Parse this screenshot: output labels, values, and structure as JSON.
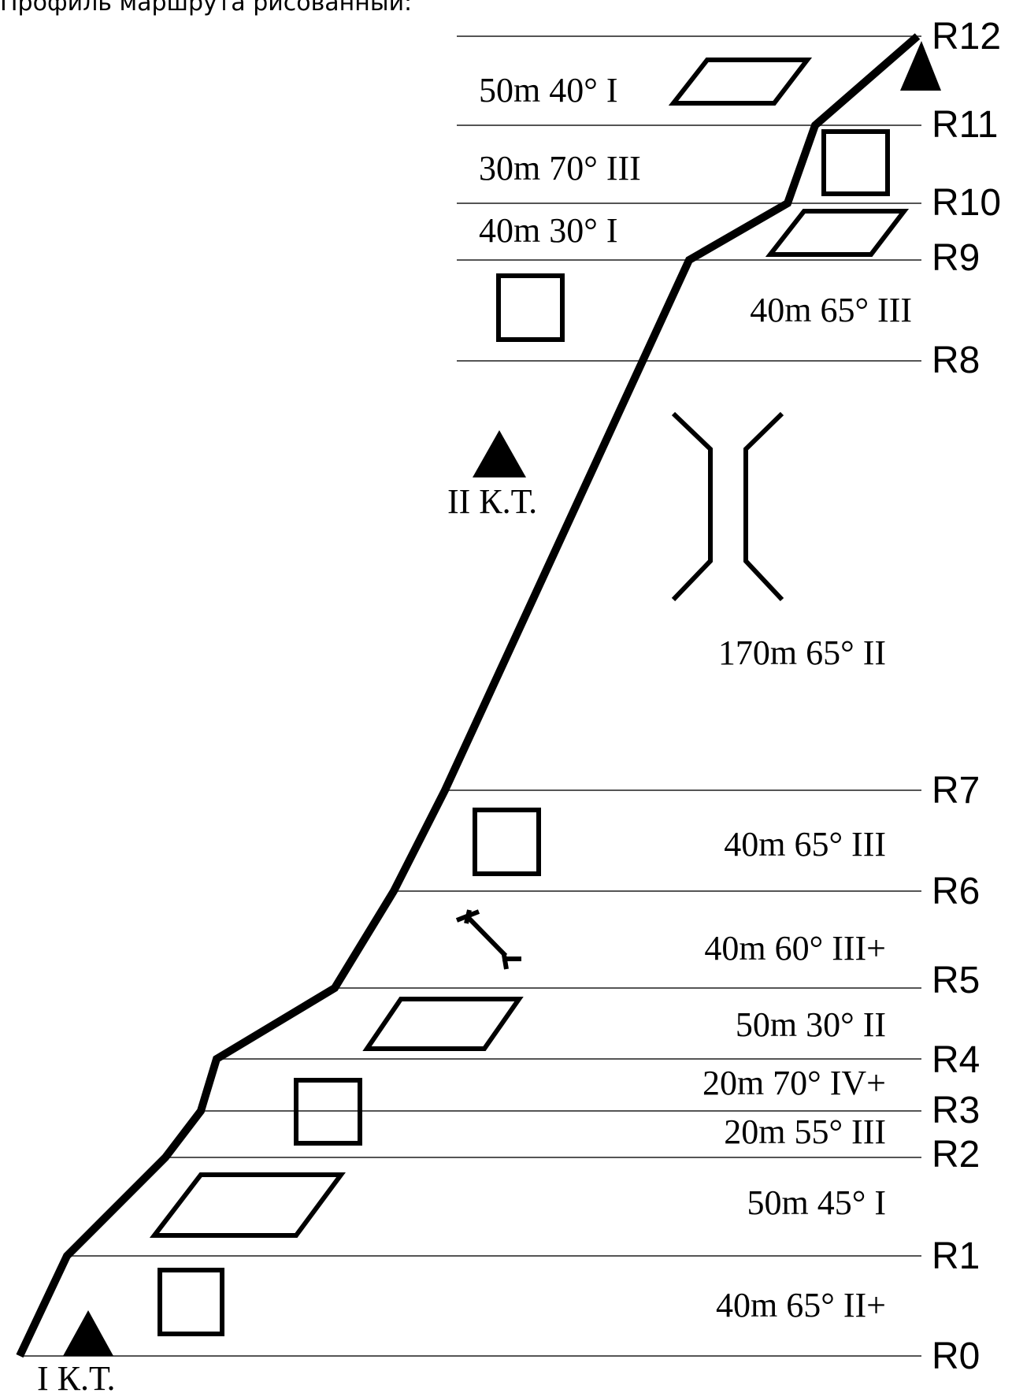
{
  "header": "Профиль маршрута рисованный:",
  "stations": [
    "R0",
    "R1",
    "R2",
    "R3",
    "R4",
    "R5",
    "R6",
    "R7",
    "R8",
    "R9",
    "R10",
    "R11",
    "R12"
  ],
  "pitches": [
    {
      "from": "R0",
      "to": "R1",
      "text": "40m 65°  II+",
      "symbol": "square"
    },
    {
      "from": "R1",
      "to": "R2",
      "text": "50m 45°  I",
      "symbol": "parallelogram"
    },
    {
      "from": "R2",
      "to": "R3",
      "text": "20m 55°  III",
      "symbol": "square"
    },
    {
      "from": "R3",
      "to": "R4",
      "text": "20m 70°  IV+",
      "symbol": "square"
    },
    {
      "from": "R4",
      "to": "R5",
      "text": "50m 30°  II",
      "symbol": "parallelogram"
    },
    {
      "from": "R5",
      "to": "R6",
      "text": "40m 60°  III+",
      "symbol": "crack"
    },
    {
      "from": "R6",
      "to": "R7",
      "text": "40m 65°  III",
      "symbol": "square"
    },
    {
      "from": "R7",
      "to": "R8",
      "text": "170m 65°  II",
      "symbol": "chimney"
    },
    {
      "from": "R8",
      "to": "R9",
      "text": "40m 65°  III",
      "symbol": "square"
    },
    {
      "from": "R9",
      "to": "R10",
      "text": "40m 30°  I",
      "symbol": "parallelogram"
    },
    {
      "from": "R10",
      "to": "R11",
      "text": "30m 70°  III",
      "symbol": "square"
    },
    {
      "from": "R11",
      "to": "R12",
      "text": "50m 40°  I",
      "symbol": "parallelogram"
    }
  ],
  "control_points": [
    "I К.Т.",
    "II К.Т."
  ],
  "summit_marker": "triangle"
}
